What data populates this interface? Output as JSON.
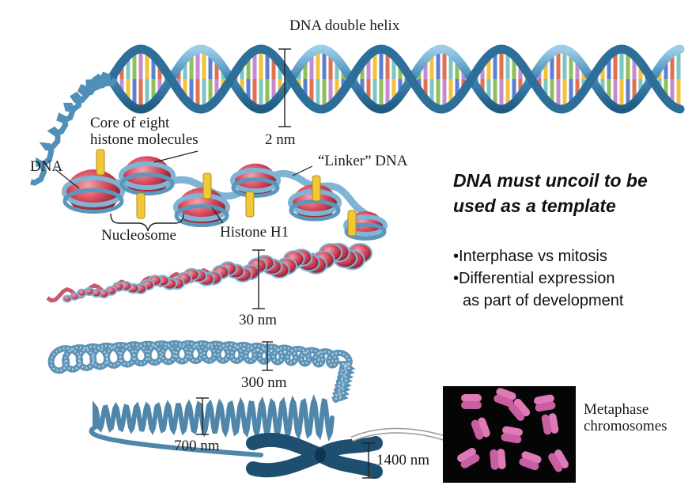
{
  "labels": {
    "dna_double_helix": "DNA double helix",
    "core_of_eight_line1": "Core of eight",
    "core_of_eight_line2": "histone molecules",
    "two_nm": "2 nm",
    "dna": "DNA",
    "linker_dna": "“Linker” DNA",
    "nucleosome": "Nucleosome",
    "histone_h1": "Histone H1",
    "thirty_nm": "30 nm",
    "three_hundred_nm": "300 nm",
    "seven_hundred_nm": "700 nm",
    "fourteen_hundred_nm": "1400 nm",
    "metaphase_line1": "Metaphase",
    "metaphase_line2": "chromosomes"
  },
  "heading": {
    "line1": "DNA must uncoil to be",
    "line2": "used as a template"
  },
  "bullets": [
    "Interphase vs mitosis",
    "Differential expression"
  ],
  "bullet_continuation": "as part of development",
  "colors": {
    "helix_strand": "#3f86b3",
    "nucleosome_core": "#d6465a",
    "histone_h1": "#f0c838",
    "fiber": "#6d9ab8",
    "micrograph_bg": "#050505",
    "chromosome": "#e07ab6"
  }
}
